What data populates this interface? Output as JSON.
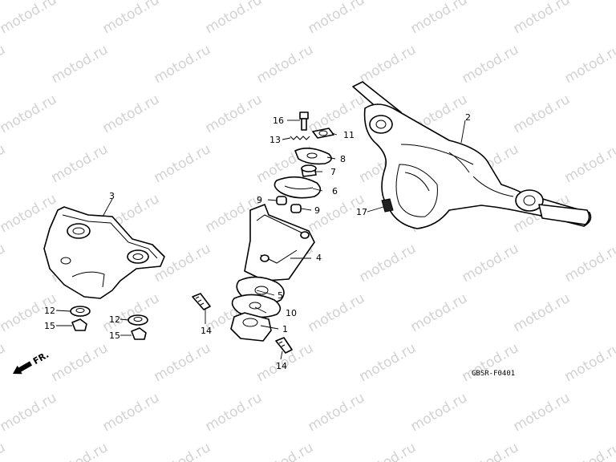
{
  "watermark": "motod.ru",
  "diagram_code": "GBSR-F0401",
  "direction_label": "FR.",
  "callouts": [
    "1",
    "2",
    "3",
    "4",
    "5",
    "6",
    "7",
    "8",
    "9",
    "9",
    "10",
    "11",
    "12",
    "12",
    "13",
    "14",
    "14",
    "15",
    "15",
    "16",
    "17"
  ],
  "colors": {
    "line": "#000000",
    "background": "#ffffff",
    "watermark": "#d2d2d2"
  }
}
